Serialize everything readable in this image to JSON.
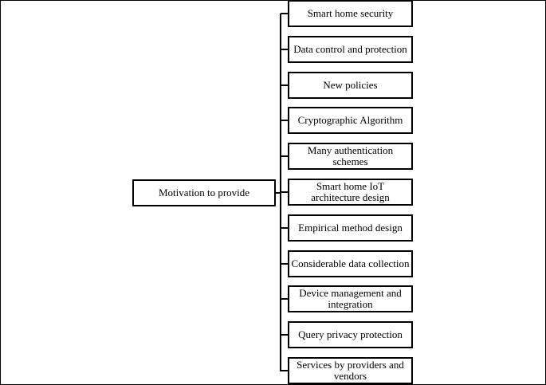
{
  "diagram": {
    "root": {
      "label": "Motivation to provide"
    },
    "children": [
      {
        "label": "Smart home security"
      },
      {
        "label": "Data control and protection"
      },
      {
        "label": "New policies"
      },
      {
        "label": "Cryptographic Algorithm"
      },
      {
        "label": "Many authentication schemes"
      },
      {
        "label": "Smart home IoT architecture design"
      },
      {
        "label": "Empirical method design"
      },
      {
        "label": "Considerable data collection"
      },
      {
        "label": "Device management and integration"
      },
      {
        "label": "Query privacy protection"
      },
      {
        "label": "Services by providers and vendors"
      }
    ],
    "colors": {
      "line": "#000000",
      "box_border": "#000000",
      "background": "#ffffff"
    }
  }
}
